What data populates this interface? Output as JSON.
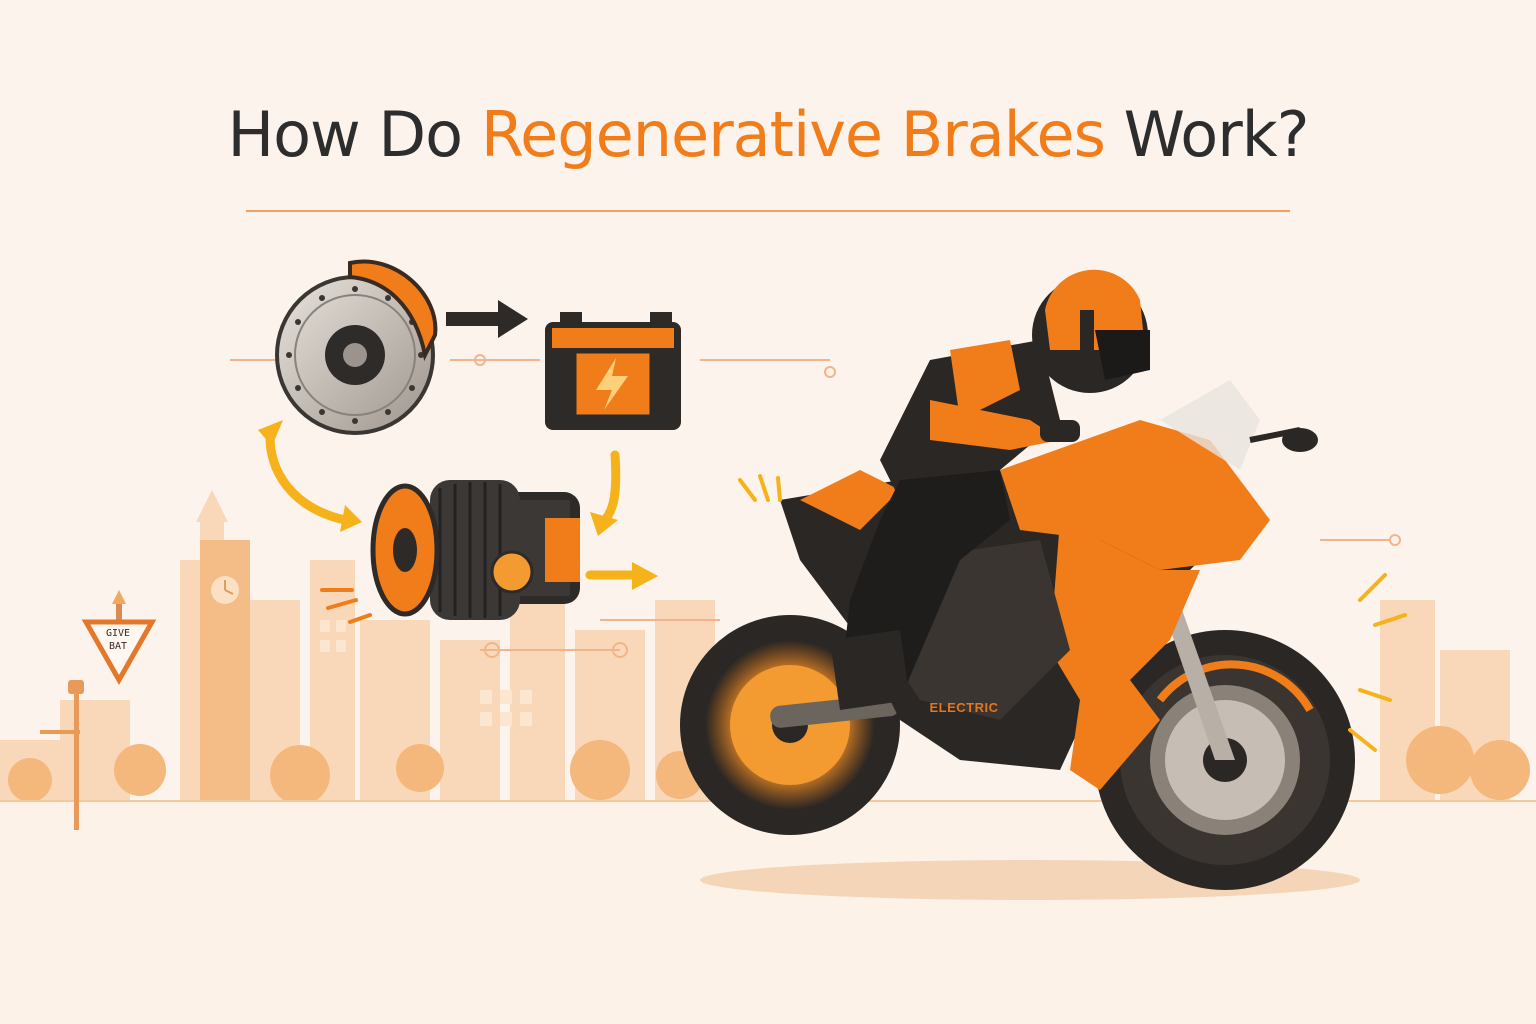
{
  "title": {
    "part1": "How Do ",
    "accent": "Regenerative Brakes",
    "part2": " Work?"
  },
  "road_sign": {
    "line1": "GIVE",
    "line2": "BAT"
  },
  "motorcycle": {
    "fairing_label": "ELECTRIC"
  },
  "colors": {
    "background": "#fcf3ec",
    "accent": "#f07d19",
    "title_text": "#2d2d2d",
    "bike_dark": "#2a2724",
    "arrow_yellow": "#f6b21a"
  },
  "icons": [
    "brake-disc-icon",
    "battery-icon",
    "electric-motor-icon",
    "cycle-arrow-icon"
  ]
}
